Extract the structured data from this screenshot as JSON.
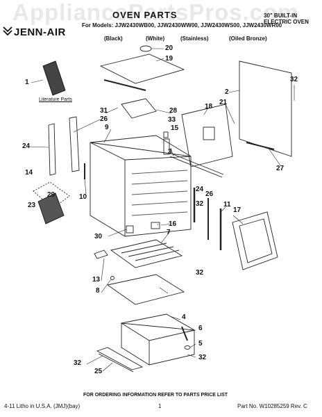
{
  "watermark": "AppliancePartsPros.com",
  "brand": "JENN-AIR",
  "title": "OVEN PARTS",
  "top_right_line1": "30\" BUILT-IN",
  "top_right_line2": "ELECTRIC OVEN",
  "models_line": "For Models: JJW2430WB00, JJW2430WW00, JJW2430WS00, JJW2430WR00",
  "columns": [
    "(Black)",
    "(White)",
    "(Stainless)",
    "(Oiled Bronze)"
  ],
  "literature_label": "Literature Parts",
  "callouts": [
    "20",
    "19",
    "1",
    "2",
    "32",
    "31",
    "28",
    "21",
    "18",
    "26",
    "33",
    "9",
    "15",
    "24",
    "3",
    "14",
    "27",
    "29",
    "10",
    "23",
    "24",
    "26",
    "11",
    "32",
    "17",
    "30",
    "16",
    "7",
    "13",
    "8",
    "32",
    "4",
    "6",
    "5",
    "32",
    "32",
    "25"
  ],
  "footer_center": "FOR ORDERING INFORMATION REFER TO PARTS PRICE LIST",
  "footer_left": "4-11 Litho in U.S.A. (JMJ)(bay)",
  "footer_page": "1",
  "footer_right": "Part No. W10285259 Rev. C"
}
